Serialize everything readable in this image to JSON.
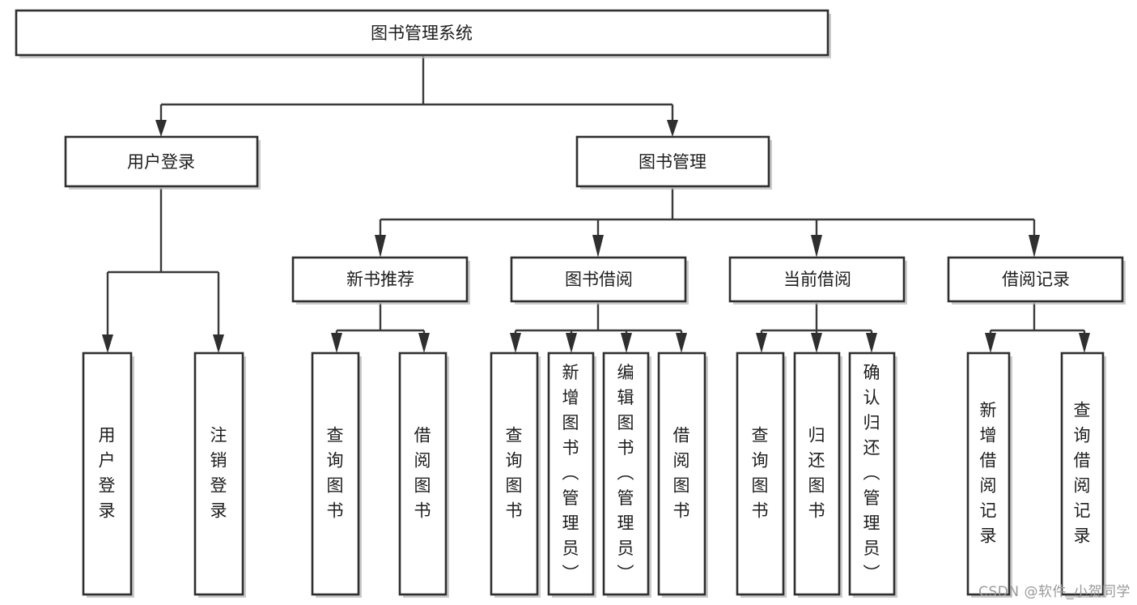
{
  "diagram": {
    "title": "图书管理系统",
    "type": "tree-hierarchy",
    "watermark": "CSDN @软件_小贺同学",
    "colors": {
      "box_fill": "#ffffff",
      "box_stroke": "#2f2f2f",
      "connector": "#3a3a3a",
      "text": "#1d1d1d",
      "watermark": "#9a9a9a",
      "background": "#ffffff"
    },
    "root": {
      "label": "图书管理系统"
    },
    "level2": [
      {
        "label": "用户登录"
      },
      {
        "label": "图书管理"
      }
    ],
    "level3": [
      {
        "label": "新书推荐"
      },
      {
        "label": "图书借阅"
      },
      {
        "label": "当前借阅"
      },
      {
        "label": "借阅记录"
      }
    ],
    "leaves": {
      "user_login": [
        {
          "label": "用户登录"
        },
        {
          "label": "注销登录"
        }
      ],
      "new_book": [
        {
          "label": "查询图书"
        },
        {
          "label": "借阅图书"
        }
      ],
      "book_borrow": [
        {
          "label": "查询图书"
        },
        {
          "label": "新增图书（管理员）"
        },
        {
          "label": "编辑图书（管理员）"
        },
        {
          "label": "借阅图书"
        }
      ],
      "current_borrow": [
        {
          "label": "查询图书"
        },
        {
          "label": "归还图书"
        },
        {
          "label": "确认归还（管理员）"
        }
      ],
      "borrow_record": [
        {
          "label": "新增借阅记录"
        },
        {
          "label": "查询借阅记录"
        }
      ]
    }
  }
}
